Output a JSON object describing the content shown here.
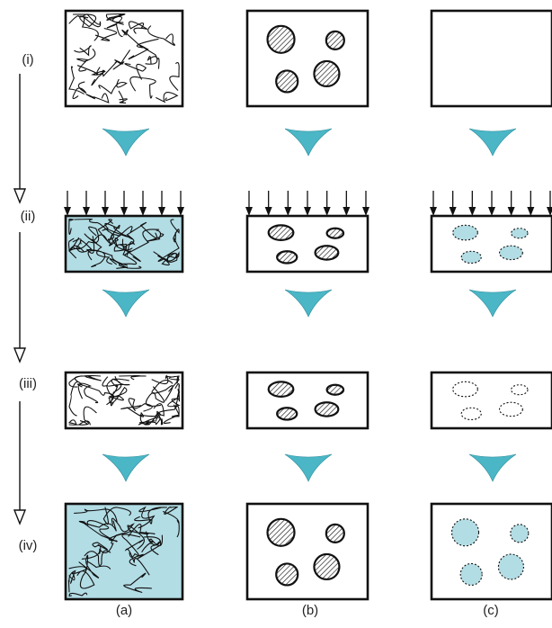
{
  "stage_labels": [
    "(i)",
    "(ii)",
    "(iii)",
    "(iv)"
  ],
  "column_labels": [
    "(a)",
    "(b)",
    "(c)"
  ],
  "colors": {
    "outline": "#111111",
    "fill": "#b3dde5",
    "chevron": "#4ab6c6",
    "background": "#ffffff"
  },
  "icons": [
    "chevron-down-icon",
    "pressure-arrow-icon",
    "hatched-particle-icon",
    "dashed-pore-icon",
    "fiber-network-icon",
    "downward-flow-arrow-icon"
  ]
}
